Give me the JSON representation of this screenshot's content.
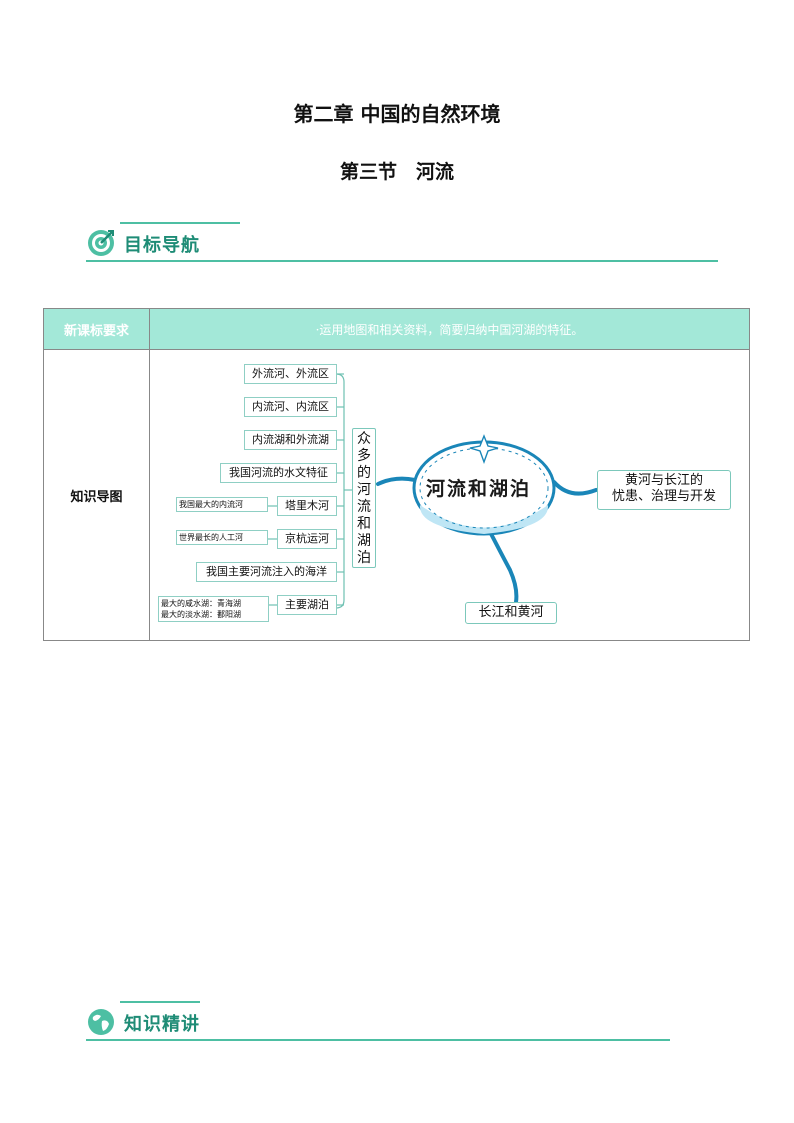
{
  "chapter_title": "第二章 中国的自然环境",
  "section_title": "第三节　河流",
  "goal_section": {
    "label": "目标导航",
    "icon": "target-icon"
  },
  "table": {
    "header_left": "新课标要求",
    "header_right": "·运用地图和相关资料，简要归纳中国河湖的特征。",
    "row_left": "知识导图"
  },
  "mindmap": {
    "center": "河流和湖泊",
    "branch_main": "众多的河流和湖泊",
    "branch_right": "黄河与长江的忧患、治理与开发",
    "branch_right_lines": [
      "黄河与长江的",
      "忧患、治理与开发"
    ],
    "branch_bottom": "长江和黄河",
    "items": [
      "外流河、外流区",
      "内流河、内流区",
      "内流湖和外流湖",
      "我国河流的水文特征",
      "塔里木河",
      "京杭运河",
      "我国主要河流注入的海洋",
      "主要湖泊"
    ],
    "notes": {
      "tarim": "我国最大的内流河",
      "canal": "世界最长的人工河",
      "lakes_1": "最大的咸水湖：青海湖",
      "lakes_2": "最大的淡水湖：鄱阳湖"
    }
  },
  "knowledge_section": {
    "label": "知识精讲",
    "icon": "globe-icon"
  },
  "colors": {
    "accent": "#4dbfa3",
    "header_fill": "#a3e8d8",
    "map_blue": "#1a86b8"
  }
}
